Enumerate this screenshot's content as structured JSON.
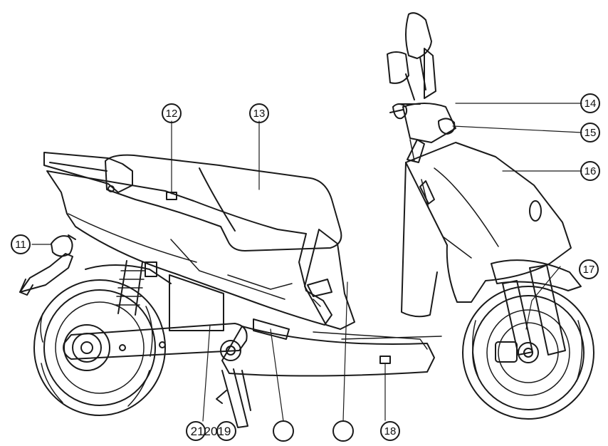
{
  "diagram": {
    "subject": "electric scooter side view",
    "callouts": [
      {
        "id": "11",
        "label": "11"
      },
      {
        "id": "12",
        "label": "12"
      },
      {
        "id": "13",
        "label": "13"
      },
      {
        "id": "14",
        "label": "14"
      },
      {
        "id": "15",
        "label": "15"
      },
      {
        "id": "16",
        "label": "16"
      },
      {
        "id": "17",
        "label": "17"
      },
      {
        "id": "18",
        "label": "18"
      }
    ],
    "bottom_text": "212019",
    "colors": {
      "line": "#1a1a1a",
      "background": "#ffffff"
    }
  }
}
